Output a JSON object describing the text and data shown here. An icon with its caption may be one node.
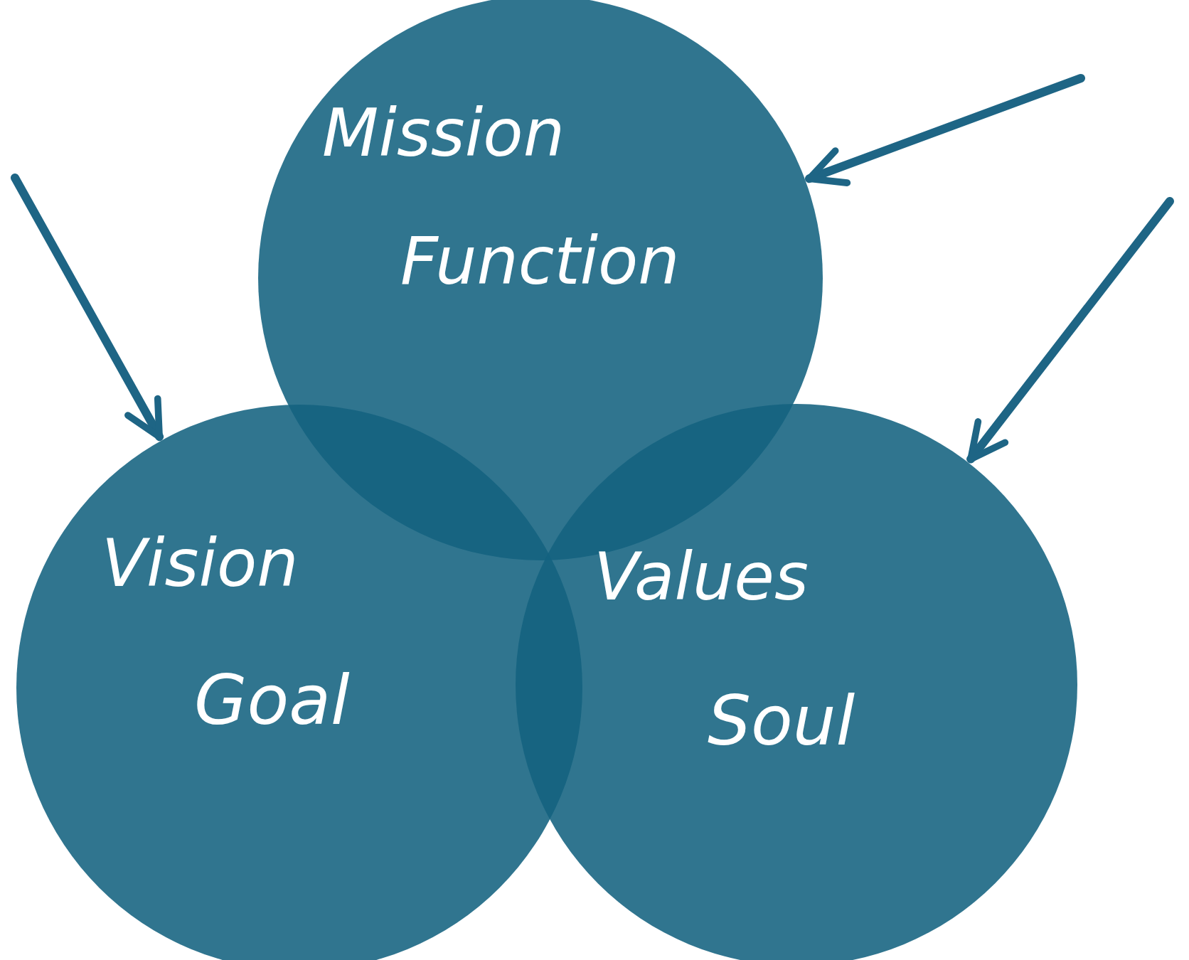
{
  "diagram": {
    "nodes": [
      {
        "text": [
          "Mission",
          "Function"
        ]
      },
      {
        "text": [
          "Vision",
          "Goal"
        ]
      },
      {
        "text": [
          "Values",
          "Soul"
        ]
      }
    ],
    "edges": [
      {
        "from": null,
        "to": 1,
        "arrow": "to"
      },
      {
        "from": null,
        "to": 0,
        "arrow": "to"
      },
      {
        "from": null,
        "to": 2,
        "arrow": "to"
      }
    ]
  }
}
